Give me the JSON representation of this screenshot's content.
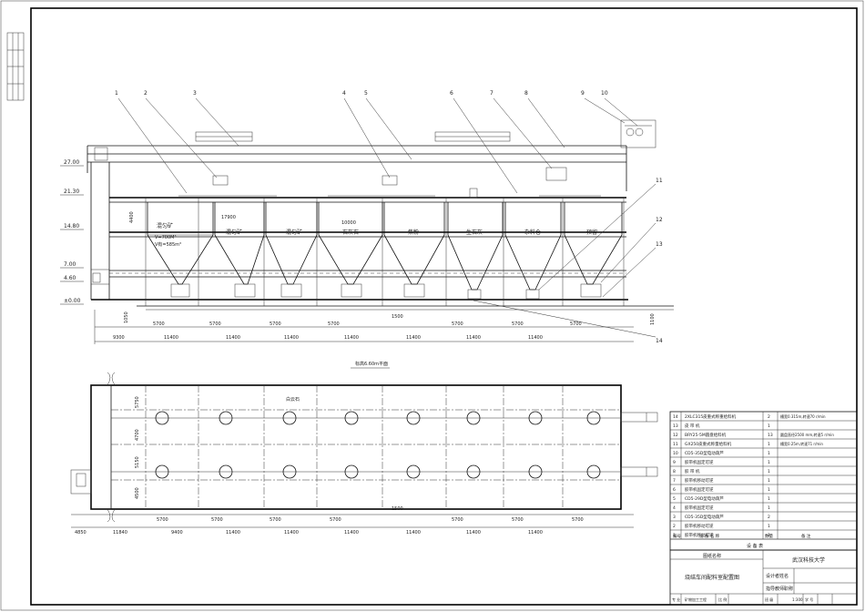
{
  "elevations": [
    "27.00",
    "21.30",
    "14.80",
    "7.00",
    "4.60",
    "±0.00"
  ],
  "bins": [
    {
      "id": "1",
      "label": "混匀矿"
    },
    {
      "id": "2",
      "label": "混匀矿"
    },
    {
      "id": "3",
      "label": "混匀矿"
    },
    {
      "id": "4",
      "label": "石灰石"
    },
    {
      "id": "5",
      "label": "焦粉"
    },
    {
      "id": "6",
      "label": "生石灰"
    },
    {
      "id": "7",
      "label": "杂料仓"
    },
    {
      "id": "8",
      "label": "预留"
    }
  ],
  "callouts": [
    "1",
    "2",
    "3",
    "4",
    "5",
    "6",
    "7",
    "8",
    "9",
    "10",
    "11",
    "12",
    "13",
    "14"
  ],
  "elevation_dims": {
    "bin_capacity_geo": "V=700M³",
    "bin_capacity_eff": "V有=585m³",
    "span_17900": "17900",
    "span_10000": "10000",
    "h4400": "4400",
    "h1100": "1100",
    "h1050": "1050",
    "d1500": "1500"
  },
  "elevation_row1": [
    "5700",
    "5700",
    "5700",
    "5700",
    "5700",
    "5700",
    "5700"
  ],
  "elevation_row2": [
    "9300",
    "11400",
    "11400",
    "11400",
    "11400",
    "11400",
    "11400",
    "11400"
  ],
  "plan_title": "标高6.60m平面",
  "plan_label_bin": "白云石",
  "plan_dims_left": [
    "5750",
    "4700",
    "5150",
    "4500"
  ],
  "plan_d1500": "1500",
  "plan_row1": [
    "5700",
    "5700",
    "5700",
    "5700",
    "5700",
    "5700",
    "5700"
  ],
  "plan_row2": [
    "4850",
    "11840",
    "9400",
    "11400",
    "11400",
    "11400",
    "11400",
    "11400",
    "11400"
  ],
  "equipment_table": {
    "header": {
      "no": "编号",
      "name": "设 备 名 称",
      "qty": "数量",
      "remark": "备 注"
    },
    "rows": [
      {
        "no": "14",
        "name": "2XLC315皮重式称重给料机",
        "qty": "2",
        "remark": "槽宽0.315m,转速70 r/min"
      },
      {
        "no": "13",
        "name": "皮 带 机",
        "qty": "1",
        "remark": ""
      },
      {
        "no": "12",
        "name": "BRY25-5M圆盘给料机",
        "qty": "13",
        "remark": "圆盘直径2500 mm,转速5 r/min"
      },
      {
        "no": "11",
        "name": "GX250皮重式称量给料机",
        "qty": "1",
        "remark": "槽宽0.25m,转速71 r/min"
      },
      {
        "no": "10",
        "name": "CD5-35D型电动葫芦",
        "qty": "1",
        "remark": ""
      },
      {
        "no": "9",
        "name": "胶带机固定可逆",
        "qty": "1",
        "remark": ""
      },
      {
        "no": "8",
        "name": "胶 带 机",
        "qty": "1",
        "remark": ""
      },
      {
        "no": "7",
        "name": "胶带机移动可逆",
        "qty": "1",
        "remark": ""
      },
      {
        "no": "6",
        "name": "胶带机固定可逆",
        "qty": "1",
        "remark": ""
      },
      {
        "no": "5",
        "name": "CD5-29D型电动葫芦",
        "qty": "1",
        "remark": ""
      },
      {
        "no": "4",
        "name": "胶带机固定可逆",
        "qty": "1",
        "remark": ""
      },
      {
        "no": "3",
        "name": "CD5-35D型电动葫芦",
        "qty": "2",
        "remark": ""
      },
      {
        "no": "2",
        "name": "胶带机移动可逆",
        "qty": "1",
        "remark": ""
      },
      {
        "no": "1",
        "name": "胶带机移动可逆",
        "qty": "1",
        "remark": ""
      }
    ]
  },
  "legend_band": "设 备 表",
  "title_block": {
    "drawing_name_label": "图纸名称",
    "drawing_name": "烧结车间配料室配置图",
    "university": "武汉科技大学",
    "designer_label": "设计者姓名",
    "advisor_label": "指导教师职称",
    "footer_cells": [
      "专 业",
      "矿物加工工程",
      "比 例",
      "1:300",
      "班 级",
      "",
      "学 号",
      ""
    ]
  }
}
